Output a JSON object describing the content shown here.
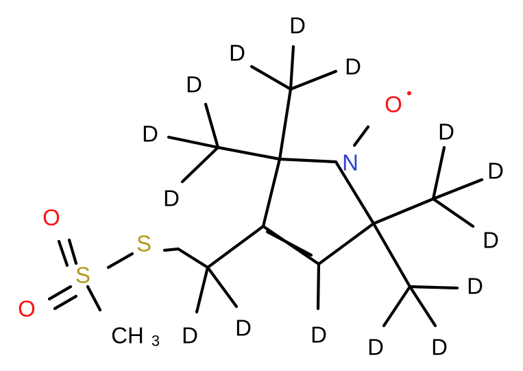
{
  "molecule": {
    "colors": {
      "carbon": "#000000",
      "deuterium": "#000000",
      "nitrogen": "#2f3fd0",
      "oxygen": "#ff0d0d",
      "sulfur": "#b29a1a"
    },
    "labels": {
      "radical_oxygen": "O",
      "radical_dot": "•",
      "nitrogen": "N",
      "thio_sulfur": "S",
      "sulfonyl_sulfur": "S",
      "sulfonyl_oxygen_top": "O",
      "sulfonyl_oxygen_bottom": "O",
      "methyl_carbon": "CH",
      "methyl_subscript": "3",
      "deuterium": "D"
    },
    "deuterium_count": 15
  }
}
